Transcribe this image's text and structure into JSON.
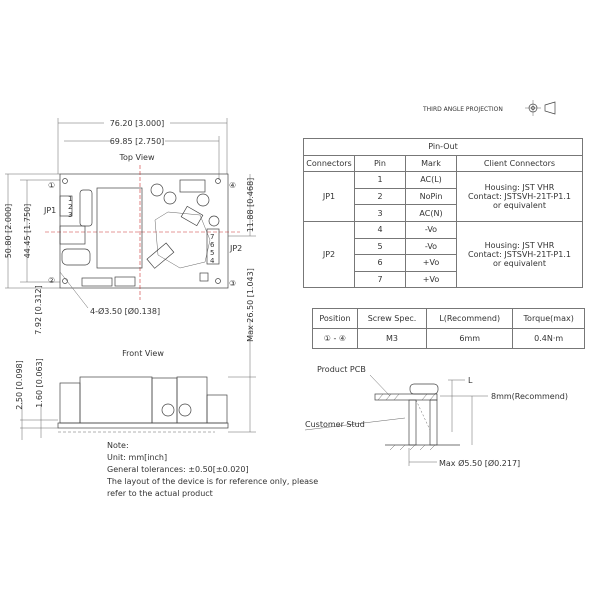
{
  "projection": {
    "label": "THIRD ANGLE PROJECTION"
  },
  "top_view": {
    "title": "Top View",
    "dim_width_outer": "76.20 [3.000]",
    "dim_width_inner": "69.85 [2.750]",
    "dim_height_outer": "50.80 [2.000]",
    "dim_height_inner": "44.45 [1.750]",
    "dim_offset_left": "7.92 [0.312]",
    "dim_jp2_offset": "11.88 [0.468]",
    "dim_max_height": "Max 26.50 [1.043]",
    "hole_label": "4-Ø3.50 [Ø0.138]",
    "jp1_label": "JP1",
    "jp2_label": "JP2",
    "jp1_pins": [
      "1",
      "2",
      "3"
    ],
    "jp2_pins": [
      "7",
      "6",
      "5",
      "4"
    ],
    "positions": [
      "①",
      "②",
      "③",
      "④"
    ]
  },
  "front_view": {
    "title": "Front View",
    "dim_a": "2.50 [0.098]",
    "dim_b": "1.60 [0.063]"
  },
  "note": {
    "title": "Note:",
    "lines": [
      "Unit: mm[inch]",
      "General tolerances: ±0.50[±0.020]",
      "The layout of the device is for reference only, please",
      "refer to the actual product"
    ]
  },
  "pinout": {
    "title": "Pin-Out",
    "headers": [
      "Connectors",
      "Pin",
      "Mark",
      "Client Connectors"
    ],
    "groups": [
      {
        "connector": "JP1",
        "client": [
          "Housing: JST VHR",
          "Contact: JSTSVH-21T-P1.1",
          "or equivalent"
        ],
        "rows": [
          {
            "pin": "1",
            "mark": "AC(L)"
          },
          {
            "pin": "2",
            "mark": "NoPin"
          },
          {
            "pin": "3",
            "mark": "AC(N)"
          }
        ]
      },
      {
        "connector": "JP2",
        "client": [
          "Housing: JST VHR",
          "Contact: JSTSVH-21T-P1.1",
          "or equivalent"
        ],
        "rows": [
          {
            "pin": "4",
            "mark": "-Vo"
          },
          {
            "pin": "5",
            "mark": "-Vo"
          },
          {
            "pin": "6",
            "mark": "+Vo"
          },
          {
            "pin": "7",
            "mark": "+Vo"
          }
        ]
      }
    ]
  },
  "screw_table": {
    "headers": [
      "Position",
      "Screw Spec.",
      "L(Recommend)",
      "Torque(max)"
    ],
    "row": [
      "① - ④",
      "M3",
      "6mm",
      "0.4N·m"
    ]
  },
  "mounting": {
    "product_pcb": "Product PCB",
    "customer_stud": "Customer Stud",
    "l_label": "L",
    "recommend": "8mm(Recommend)",
    "max_dia": "Max Ø5.50 [Ø0.217]"
  }
}
